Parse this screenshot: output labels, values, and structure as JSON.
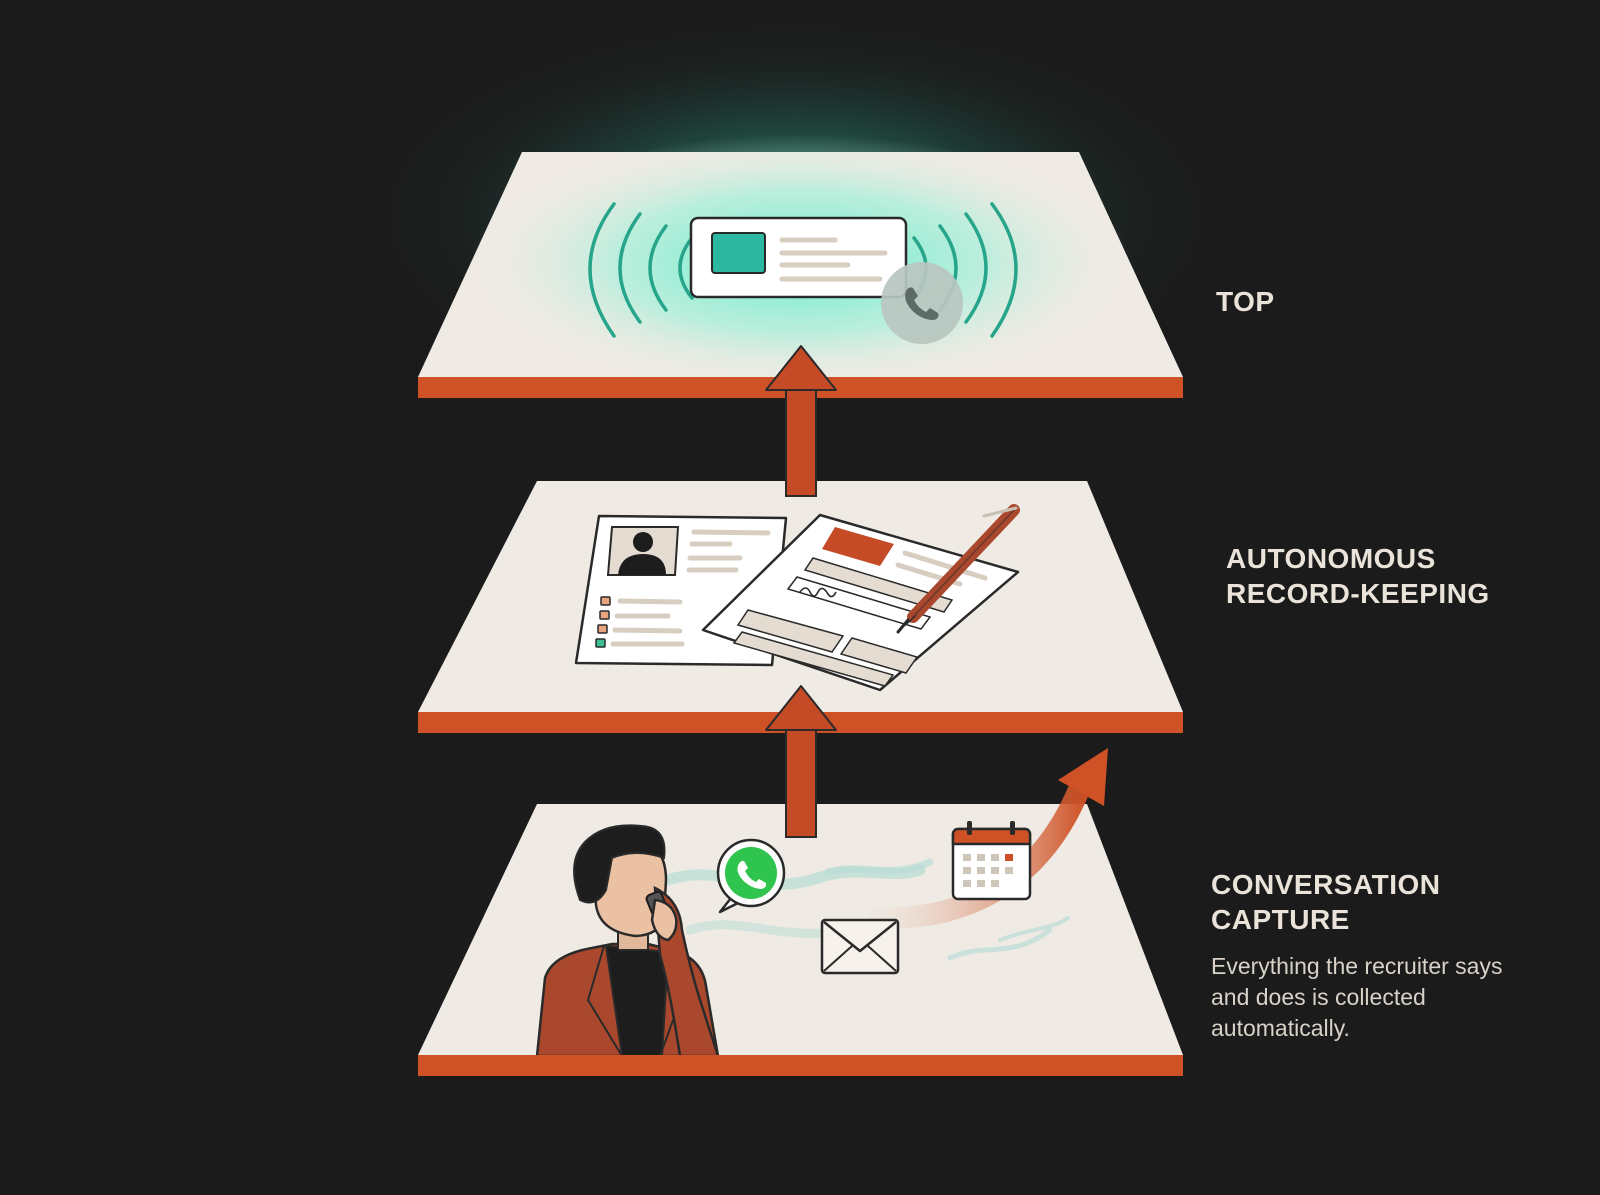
{
  "layers": {
    "top": {
      "label": "TOP"
    },
    "middle": {
      "label": "AUTONOMOUS\nRECORD-KEEPING"
    },
    "bottom": {
      "label": "CONVERSATION\nCAPTURE",
      "description": "Everything the recruiter says and does is collected automatically."
    }
  },
  "icons": {
    "top": [
      "contact-card-icon",
      "phone-icon",
      "signal-waves-icon"
    ],
    "middle": [
      "profile-document-icon",
      "contract-document-icon",
      "pen-icon"
    ],
    "bottom": [
      "recruiter-on-phone-icon",
      "whatsapp-icon",
      "email-envelope-icon",
      "calendar-icon",
      "growth-arrow-icon"
    ]
  },
  "colors": {
    "background": "#1b1b1b",
    "platform": "#efebe4",
    "edge": "#cf5226",
    "arrow": "#c44b26",
    "glow": "#38e0b8",
    "accent_teal": "#2bb7a0",
    "label": "#e9e3d9"
  }
}
